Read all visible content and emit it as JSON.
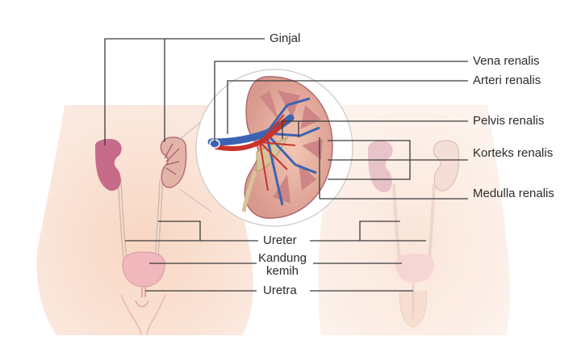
{
  "labels": {
    "ginjal": "Ginjal",
    "vena_renalis": "Vena renalis",
    "arteri_renalis": "Arteri renalis",
    "pelvis_renalis": "Pelvis renalis",
    "korteks_renalis": "Korteks renalis",
    "medulla_renalis": "Medulla renalis",
    "ureter": "Ureter",
    "kandung_kemih": "Kandung kemih",
    "uretra": "Uretra"
  },
  "colors": {
    "skin_female": "#f7d7c4",
    "skin_male": "#fae7dc",
    "kidney": "#c66b8a",
    "vein": "#3c63b3",
    "artery": "#c8342c",
    "bladder": "#f0b7bd",
    "leader_line": "#3a3a3a"
  }
}
